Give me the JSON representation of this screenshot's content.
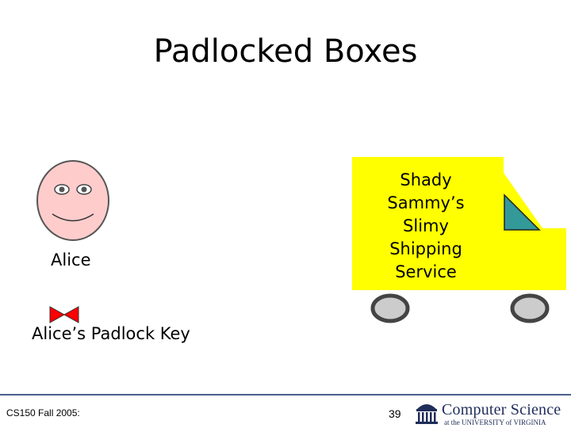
{
  "slide": {
    "title": "Padlocked Boxes",
    "alice_label": "Alice",
    "key_label": "Alice’s Padlock Key",
    "truck_lines": [
      "Shady",
      "Sammy’s",
      "Slimy",
      "Shipping",
      "Service"
    ]
  },
  "footer": {
    "course": "CS150 Fall 2005:",
    "page_number": "39",
    "department": "Computer Science",
    "university": "at the UNIVERSITY of VIRGINIA"
  },
  "colors": {
    "face_fill": "#ffcccc",
    "truck_fill": "#ffff00",
    "windshield_fill": "#339999",
    "key_fill": "#ff0000",
    "wheel_fill": "#cccccc",
    "footer_rule": "#4a5d8a",
    "logo_blue": "#1f2d5a"
  }
}
